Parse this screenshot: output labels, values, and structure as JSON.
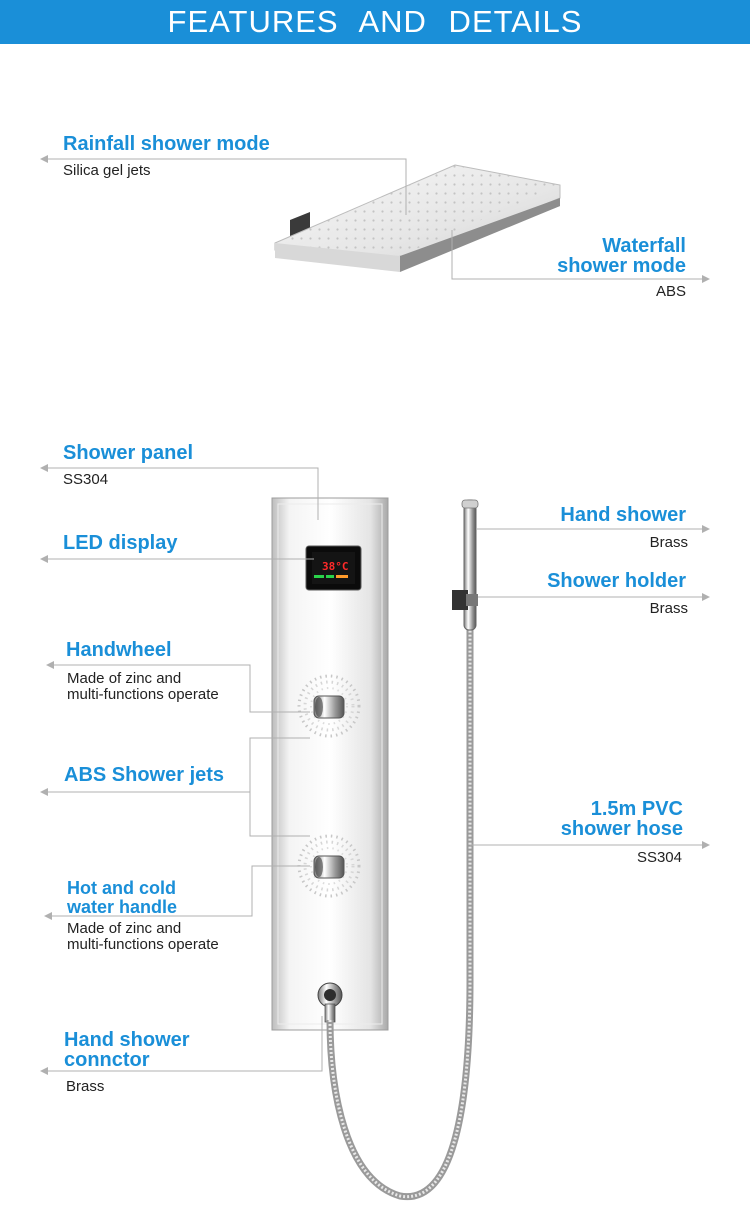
{
  "header": {
    "title": "FEATURES  AND  DETAILS"
  },
  "accent_color": "#1a8fd8",
  "features": {
    "rainfall": {
      "title": "Rainfall shower mode",
      "desc": "Silica gel jets"
    },
    "waterfall": {
      "title_line1": "Waterfall",
      "title_line2": "shower mode",
      "desc": "ABS"
    },
    "panel": {
      "title": "Shower panel",
      "desc": "SS304"
    },
    "led": {
      "title": "LED display"
    },
    "led_screen": {
      "temp": "38°C"
    },
    "handwheel": {
      "title": "Handwheel",
      "desc_line1": "Made of zinc and",
      "desc_line2": "multi-functions operate"
    },
    "abs_jets": {
      "title": "ABS Shower jets"
    },
    "hot_cold": {
      "title_line1": "Hot and cold",
      "title_line2": "water handle",
      "desc_line1": "Made of zinc and",
      "desc_line2": "multi-functions operate"
    },
    "connector": {
      "title_line1": "Hand shower",
      "title_line2": "connctor",
      "desc": "Brass"
    },
    "hand_shower": {
      "title": "Hand shower",
      "desc": "Brass"
    },
    "holder": {
      "title": "Shower holder",
      "desc": "Brass"
    },
    "hose": {
      "title_line1": "1.5m PVC",
      "title_line2": "shower hose",
      "desc": "SS304"
    }
  }
}
